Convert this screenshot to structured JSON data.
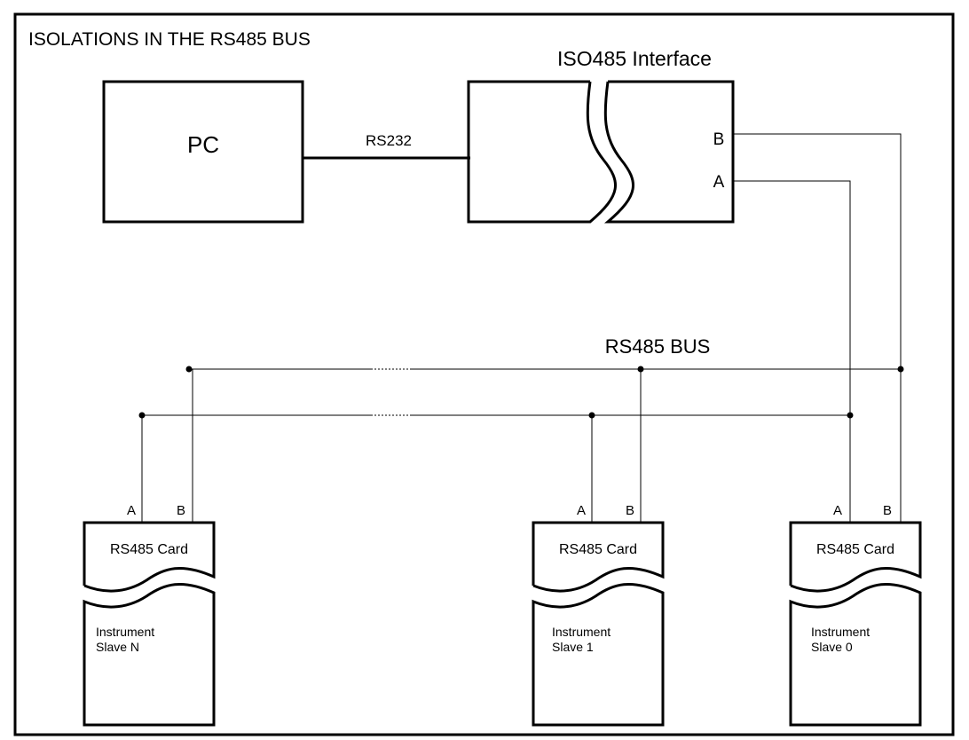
{
  "title": "ISOLATIONS IN THE RS485 BUS",
  "interface": {
    "title": "ISO485 Interface",
    "pin_b": "B",
    "pin_a": "A"
  },
  "pc": {
    "label": "PC",
    "link_label": "RS232"
  },
  "bus": {
    "label": "RS485 BUS"
  },
  "slaves": [
    {
      "pin_a": "A",
      "pin_b": "B",
      "card": "RS485 Card",
      "instrument": "Instrument",
      "slave": "Slave N"
    },
    {
      "pin_a": "A",
      "pin_b": "B",
      "card": "RS485 Card",
      "instrument": "Instrument",
      "slave": "Slave 1"
    },
    {
      "pin_a": "A",
      "pin_b": "B",
      "card": "RS485 Card",
      "instrument": "Instrument",
      "slave": "Slave 0"
    }
  ]
}
